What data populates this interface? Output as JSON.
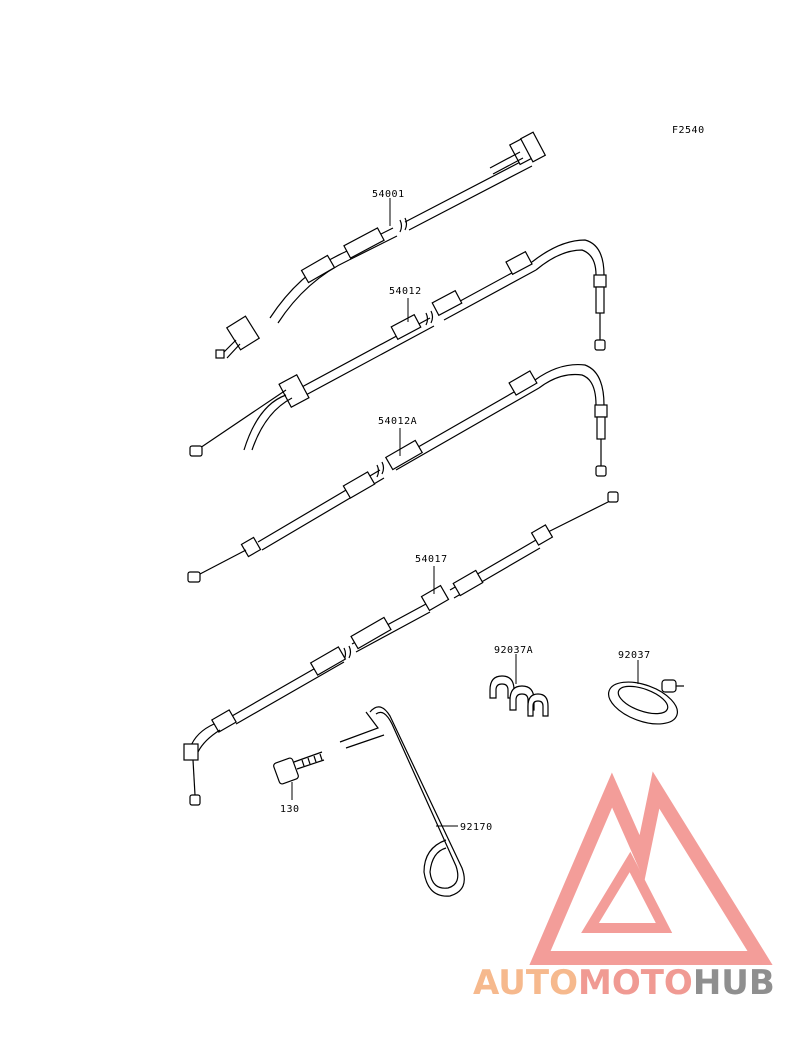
{
  "figure_code": "F2540",
  "parts": [
    {
      "id": "cable-54001",
      "number": "54001"
    },
    {
      "id": "cable-54012",
      "number": "54012"
    },
    {
      "id": "cable-54012a",
      "number": "54012A"
    },
    {
      "id": "cable-54017",
      "number": "54017"
    },
    {
      "id": "clamp-92037a",
      "number": "92037A"
    },
    {
      "id": "clamp-92037",
      "number": "92037"
    },
    {
      "id": "bolt-130",
      "number": "130"
    },
    {
      "id": "spring-92170",
      "number": "92170"
    }
  ],
  "watermark": {
    "part1": "AUTO",
    "part2": "MOTO",
    "part3": "HUB",
    "color_auto": "#f6b98d",
    "color_moto": "#f09a93",
    "color_hub": "#8f8f8f",
    "logo_color": "#f28c88"
  }
}
